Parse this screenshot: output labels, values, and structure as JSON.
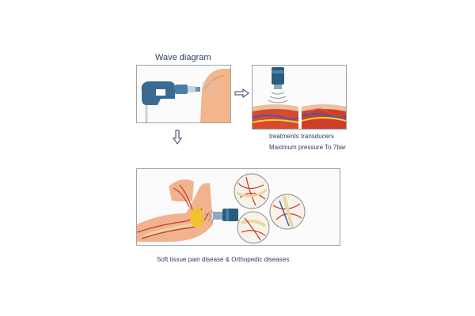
{
  "title": "Wave diagram",
  "panel_right": {
    "line1": "treatments transducers",
    "line2": "Maximum pressure To 7bar"
  },
  "bottom_caption": "Soft tissue pain disease & Orthopedic diseases",
  "colors": {
    "device_blue": "#2c5b80",
    "skin": "#f3b58c",
    "muscle_red": "#c8352c",
    "bone_yellow": "#f2c12e",
    "text": "#2d3f5c",
    "frame": "#9aa3ad"
  }
}
